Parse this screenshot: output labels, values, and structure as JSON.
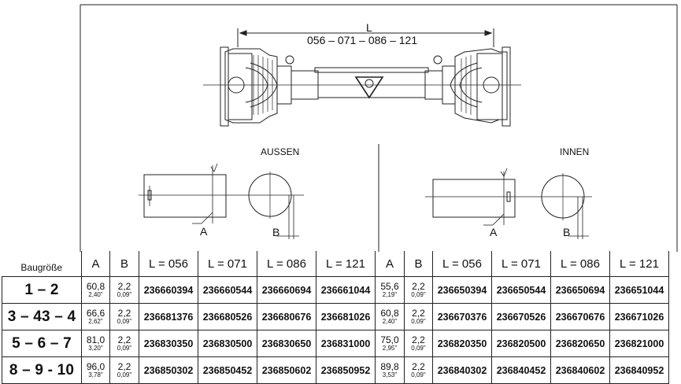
{
  "drawing": {
    "length_label": "L",
    "length_variants": "056 – 071 – 086 – 121",
    "outer_title": "AUSSEN",
    "inner_title": "INNEN",
    "dim_a": "A",
    "dim_b": "B"
  },
  "table": {
    "header": {
      "size_label": "Baugröße",
      "outer": [
        "A",
        "B",
        "L = 056",
        "L = 071",
        "L = 086",
        "L = 121"
      ],
      "inner": [
        "A",
        "B",
        "L = 056",
        "L = 071",
        "L = 086",
        "L = 121"
      ]
    },
    "rows": [
      {
        "size": "1 – 2",
        "outer_a": "60,8",
        "outer_a_in": "2,40\"",
        "outer_b": "2,2",
        "outer_b_in": "0,09\"",
        "outer_parts": [
          "236660394",
          "236660544",
          "236660694",
          "236661044"
        ],
        "inner_a": "55,6",
        "inner_a_in": "2,19\"",
        "inner_b": "2,2",
        "inner_b_in": "0,09\"",
        "inner_parts": [
          "236650394",
          "236650544",
          "236650694",
          "236651044"
        ]
      },
      {
        "size": "3 – 43 – 4",
        "outer_a": "66,6",
        "outer_a_in": "2,62\"",
        "outer_b": "2,2",
        "outer_b_in": "0,09\"",
        "outer_parts": [
          "236681376",
          "236680526",
          "236680676",
          "236681026"
        ],
        "inner_a": "60,8",
        "inner_a_in": "2,40\"",
        "inner_b": "2,2",
        "inner_b_in": "0,09\"",
        "inner_parts": [
          "236670376",
          "236670526",
          "236670676",
          "236671026"
        ]
      },
      {
        "size": "5 – 6 – 7",
        "outer_a": "81,0",
        "outer_a_in": "3,20\"",
        "outer_b": "2,2",
        "outer_b_in": "0,09\"",
        "outer_parts": [
          "236830350",
          "236830500",
          "236830650",
          "236831000"
        ],
        "inner_a": "75,0",
        "inner_a_in": "2,95\"",
        "inner_b": "2,2",
        "inner_b_in": "0,09\"",
        "inner_parts": [
          "236820350",
          "236820500",
          "236820650",
          "236821000"
        ]
      },
      {
        "size": "8 – 9 - 10",
        "outer_a": "96,0",
        "outer_a_in": "3,78\"",
        "outer_b": "2,2",
        "outer_b_in": "0,09\"",
        "outer_parts": [
          "236850302",
          "236850452",
          "236850602",
          "236850952"
        ],
        "inner_a": "89,8",
        "inner_a_in": "3,53\"",
        "inner_b": "2,2",
        "inner_b_in": "0,09\"",
        "inner_parts": [
          "236840302",
          "236840452",
          "236840602",
          "236840952"
        ]
      }
    ]
  }
}
